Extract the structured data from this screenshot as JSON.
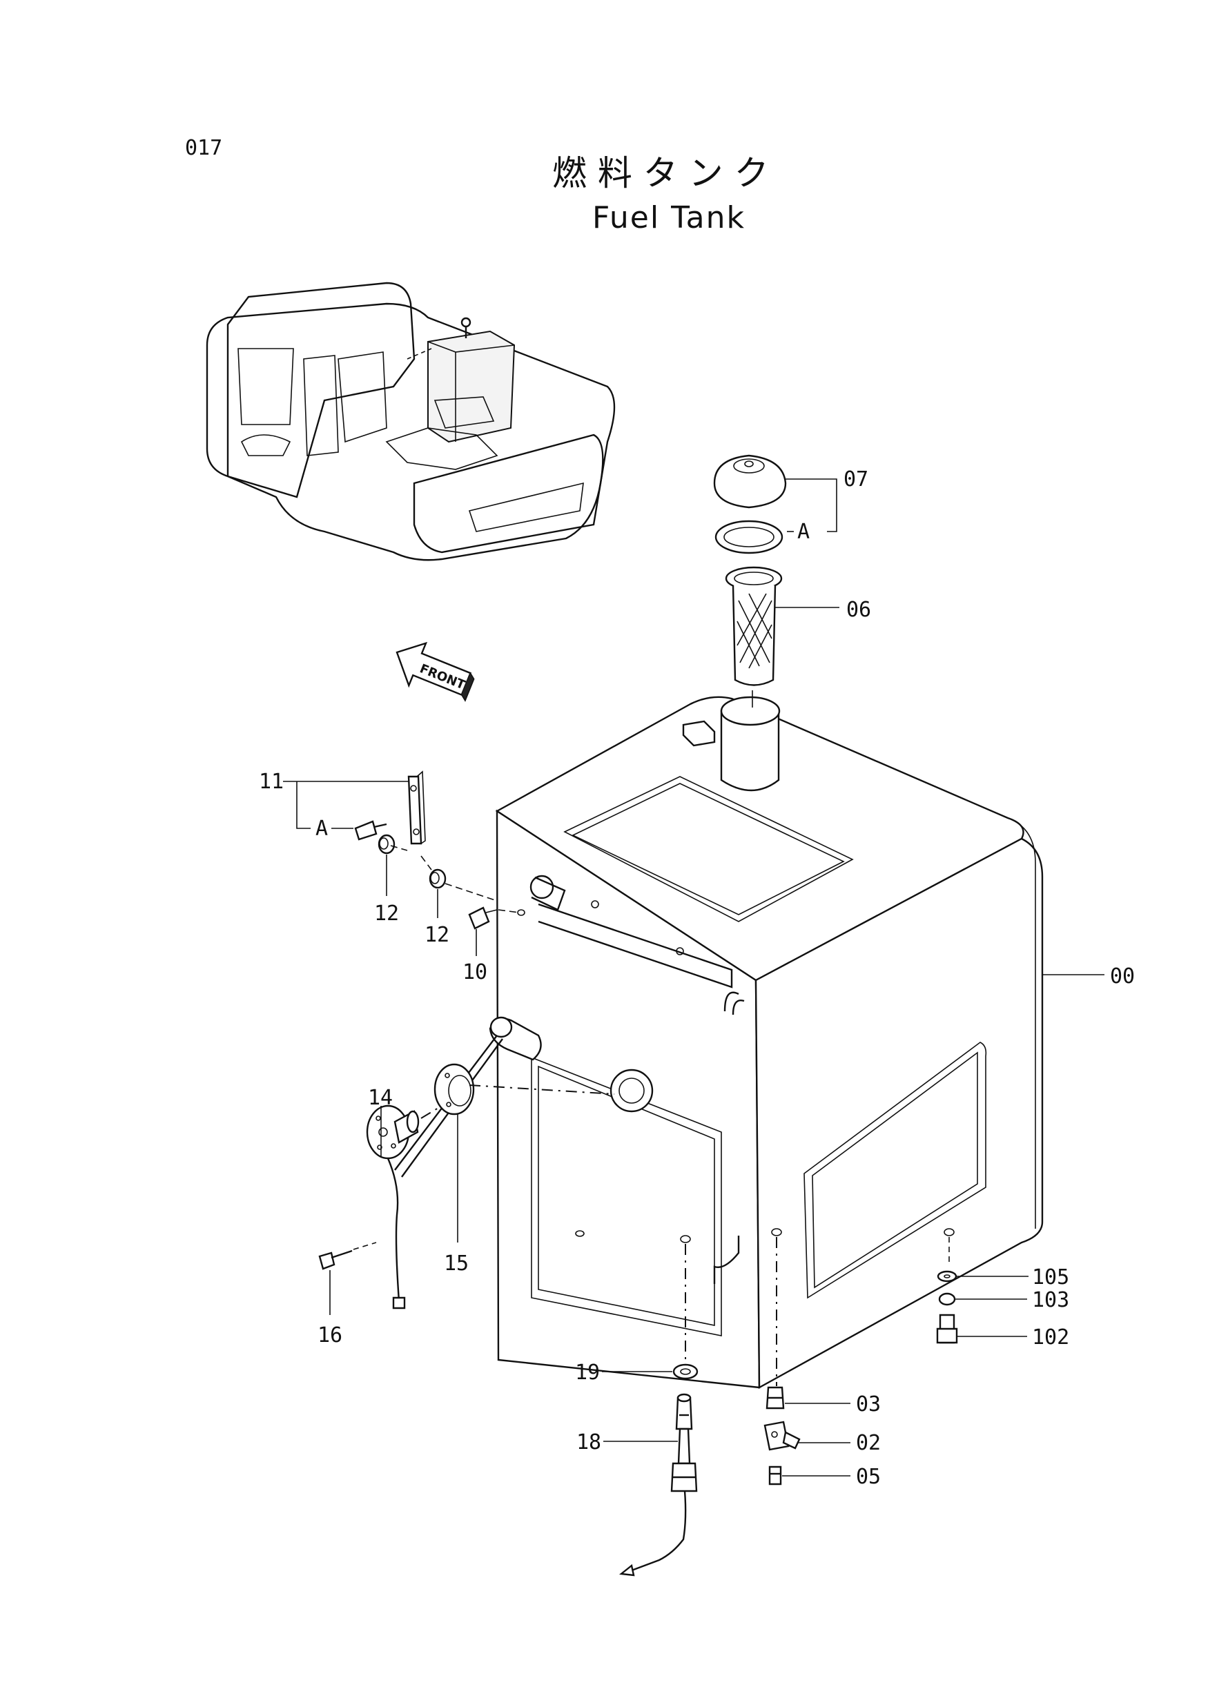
{
  "page": {
    "number": "017",
    "title_jp": "燃 料 タ ン ク",
    "title_en": "Fuel Tank"
  },
  "front_arrow": "FRONT",
  "ref_letter": "A",
  "callouts": {
    "p07": "07",
    "p06": "06",
    "p11": "11",
    "p12a": "12",
    "p12b": "12",
    "p10": "10",
    "p00": "00",
    "p14": "14",
    "p15": "15",
    "p16": "16",
    "p105": "105",
    "p103": "103",
    "p102": "102",
    "p19": "19",
    "p03": "03",
    "p18": "18",
    "p02": "02",
    "p05": "05"
  }
}
